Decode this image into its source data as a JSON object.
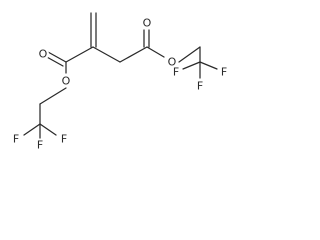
{
  "molecule": {
    "labels": {
      "o_carbonyl_left": "O",
      "o_ester_left": "O",
      "o_carbonyl_right": "O",
      "o_ester_right": "O",
      "f_left_1": "F",
      "f_left_2": "F",
      "f_left_3": "F",
      "f_right_1": "F",
      "f_right_2": "F",
      "f_right_3": "F"
    }
  }
}
